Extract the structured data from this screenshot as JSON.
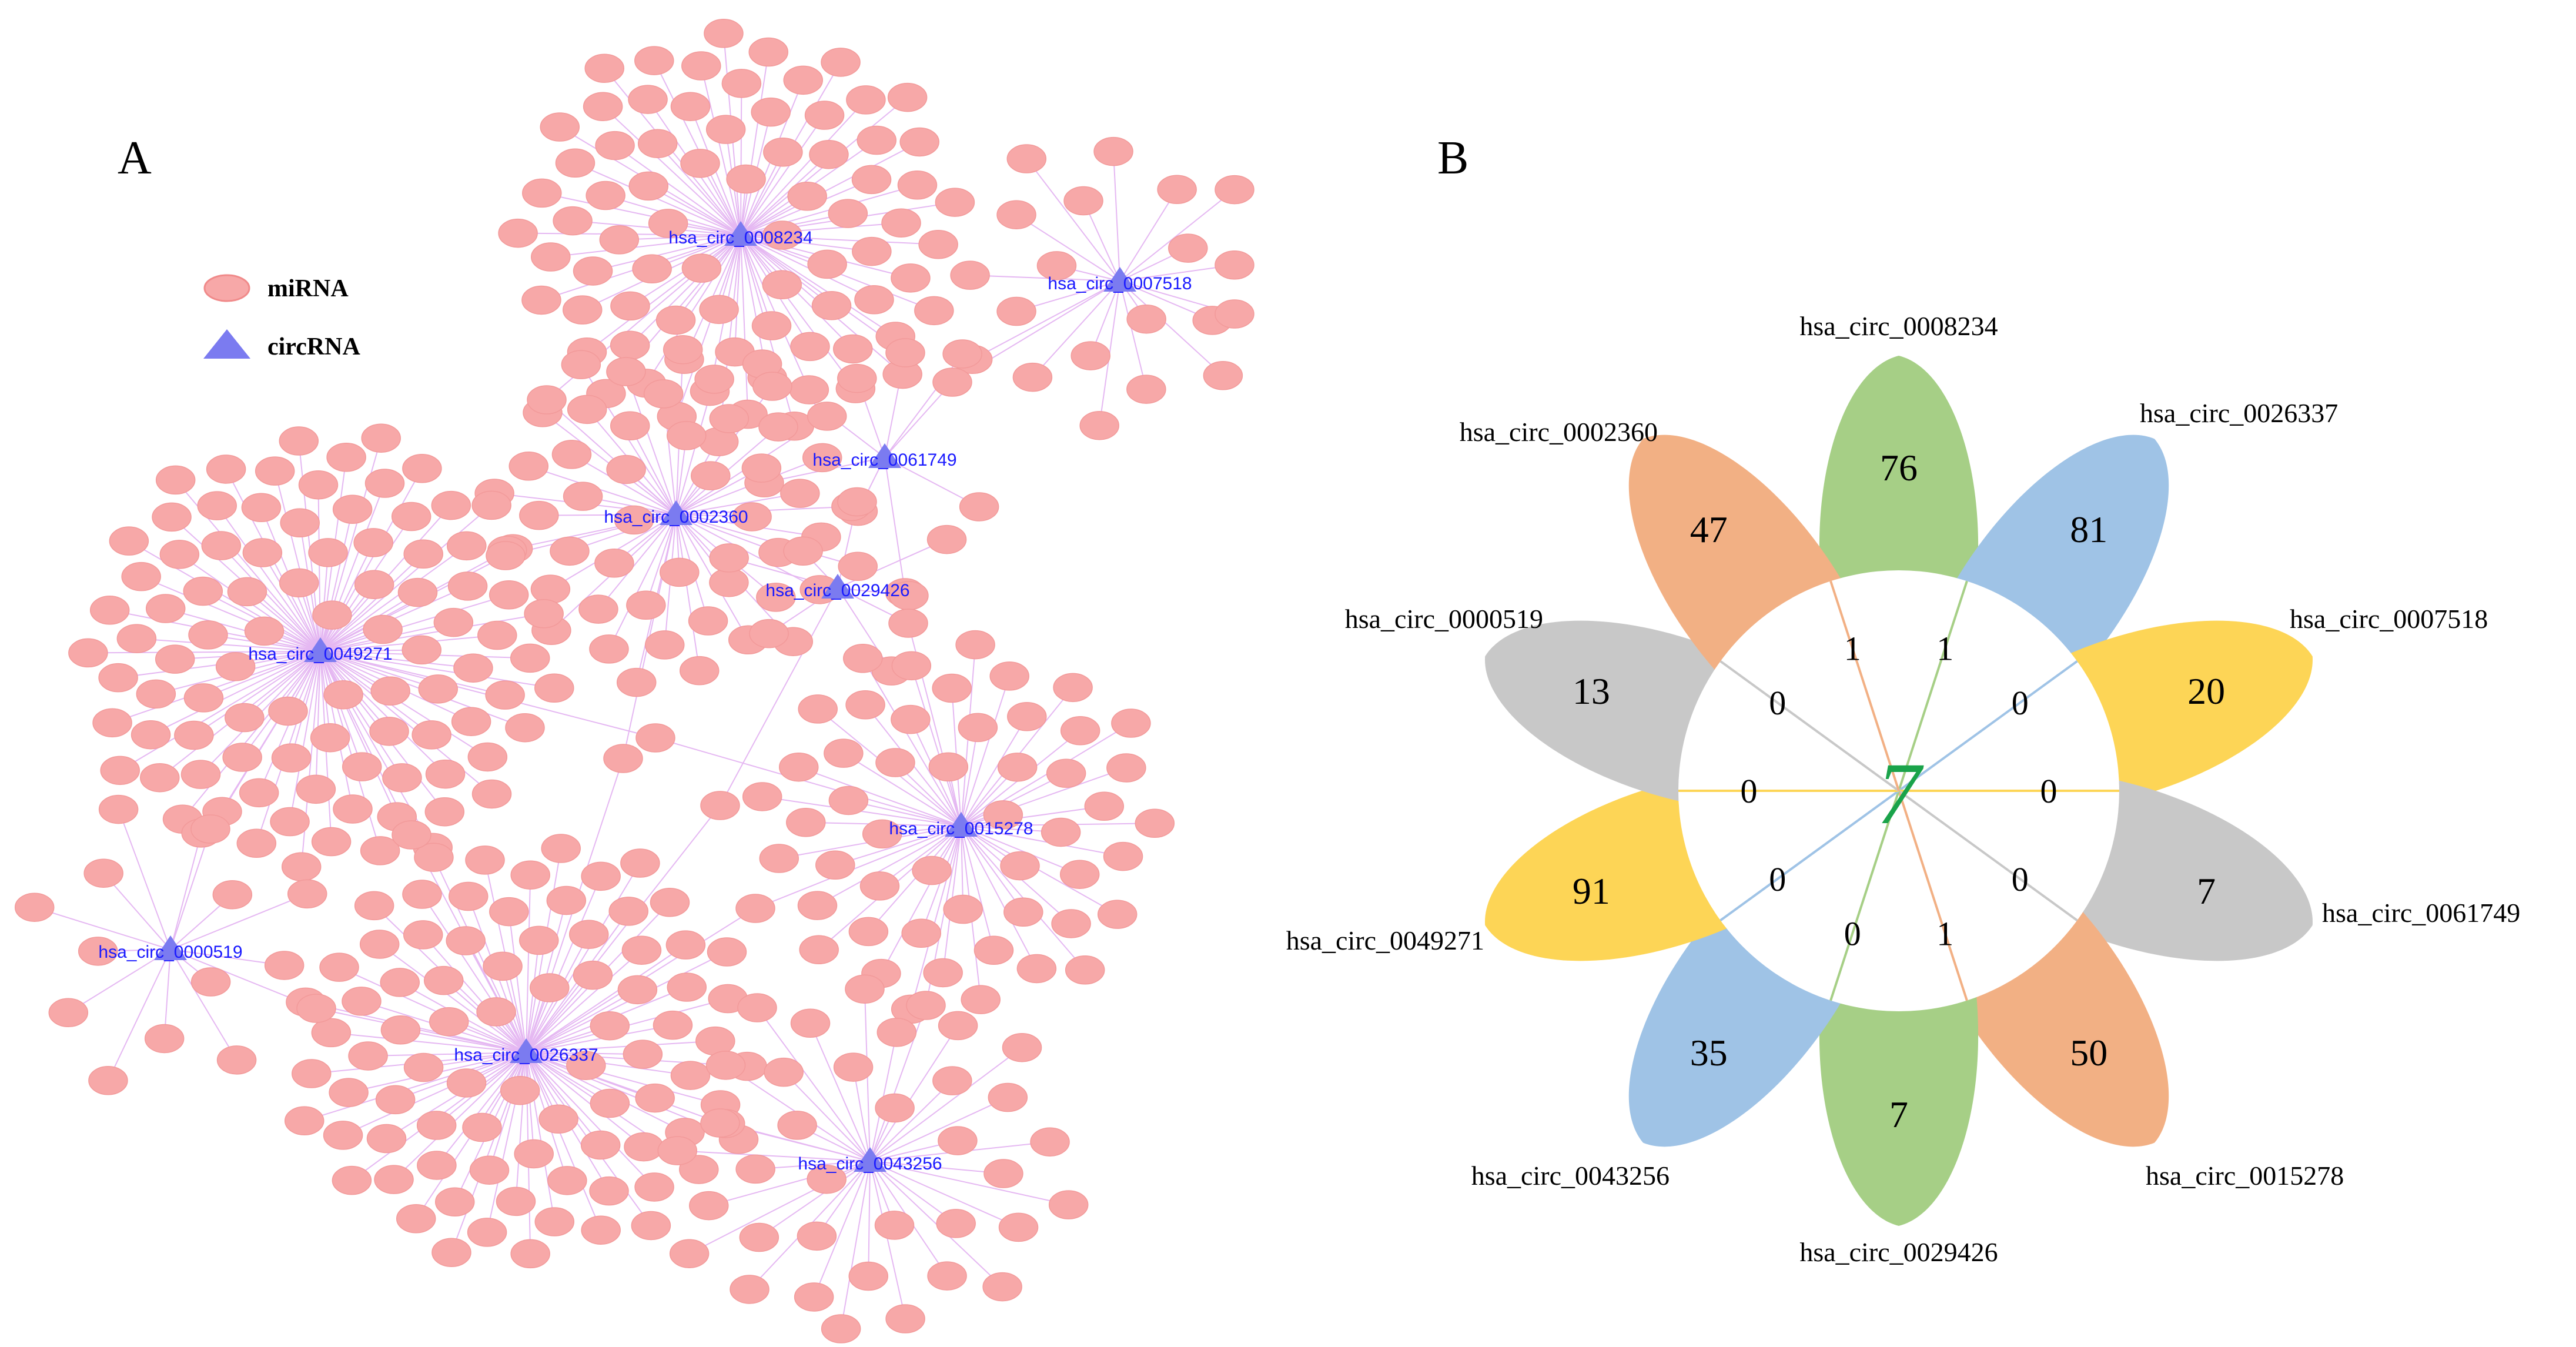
{
  "panel_a": {
    "letter": "A",
    "legend": [
      {
        "label": "miRNA",
        "shape": "ellipse",
        "color": "#f4a6a6"
      },
      {
        "label": "circRNA",
        "shape": "triangle",
        "color": "#7b7bf0"
      }
    ],
    "colors": {
      "mirna": "#f7a8a8",
      "mirna_stroke": "#f29a9a",
      "circ": "#7b7bf0",
      "edge": "#e5b8f2",
      "label": "#1a1aff"
    },
    "hubs": [
      {
        "id": "hsa_circ_0008234",
        "label": "hsa_circ_0008234",
        "mirna_count": 76
      },
      {
        "id": "hsa_circ_0007518",
        "label": "hsa_circ_0007518",
        "mirna_count": 20
      },
      {
        "id": "hsa_circ_0061749",
        "label": "hsa_circ_0061749",
        "mirna_count": 7
      },
      {
        "id": "hsa_circ_0002360",
        "label": "hsa_circ_0002360",
        "mirna_count": 47
      },
      {
        "id": "hsa_circ_0029426",
        "label": "hsa_circ_0029426",
        "mirna_count": 7
      },
      {
        "id": "hsa_circ_0049271",
        "label": "hsa_circ_0049271",
        "mirna_count": 91
      },
      {
        "id": "hsa_circ_0015278",
        "label": "hsa_circ_0015278",
        "mirna_count": 50
      },
      {
        "id": "hsa_circ_0000519",
        "label": "hsa_circ_0000519",
        "mirna_count": 13
      },
      {
        "id": "hsa_circ_0026337",
        "label": "hsa_circ_0026337",
        "mirna_count": 81
      },
      {
        "id": "hsa_circ_0043256",
        "label": "hsa_circ_0043256",
        "mirna_count": 35
      }
    ]
  },
  "panel_b": {
    "letter": "B",
    "center_count": "7",
    "center_color": "#1aa34a",
    "petals": [
      {
        "name": "hsa_circ_0008234",
        "unique": "76",
        "overlap": "1",
        "color": "#a6cf86"
      },
      {
        "name": "hsa_circ_0026337",
        "unique": "81",
        "overlap": "0",
        "color": "#9fc3e6"
      },
      {
        "name": "hsa_circ_0007518",
        "unique": "20",
        "overlap": "0",
        "color": "#fdd556"
      },
      {
        "name": "hsa_circ_0061749",
        "unique": "7",
        "overlap": "0",
        "color": "#c8c8c8"
      },
      {
        "name": "hsa_circ_0015278",
        "unique": "50",
        "overlap": "1",
        "color": "#f2b084"
      },
      {
        "name": "hsa_circ_0029426",
        "unique": "7",
        "overlap": "0",
        "color": "#a6cf86"
      },
      {
        "name": "hsa_circ_0043256",
        "unique": "35",
        "overlap": "0",
        "color": "#9fc3e6"
      },
      {
        "name": "hsa_circ_0049271",
        "unique": "91",
        "overlap": "0",
        "color": "#fdd556"
      },
      {
        "name": "hsa_circ_0000519",
        "unique": "13",
        "overlap": "0",
        "color": "#c8c8c8"
      },
      {
        "name": "hsa_circ_0002360",
        "unique": "47",
        "overlap": "1",
        "color": "#f2b084"
      }
    ]
  }
}
